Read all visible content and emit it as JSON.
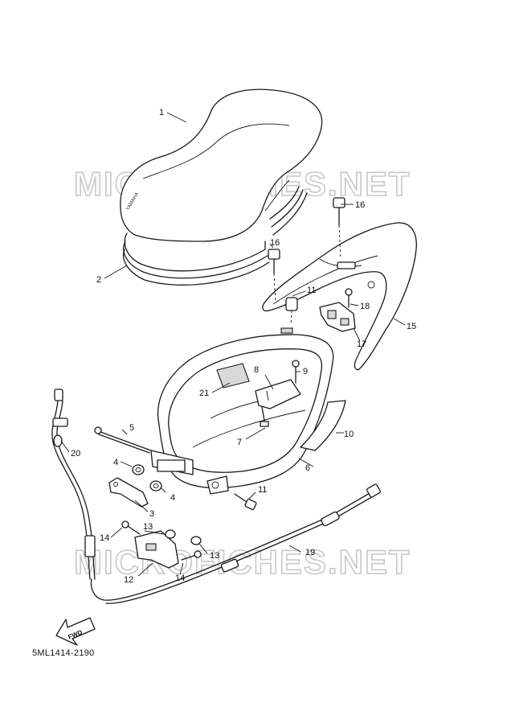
{
  "diagram": {
    "watermark_top": "MICROFICHES.NET",
    "watermark_bottom": "MICROFICHES.NET",
    "part_number": "5ML1414-2190",
    "fwd_arrow_label": "FWD",
    "callouts": [
      {
        "id": "c1",
        "label": "1"
      },
      {
        "id": "c2",
        "label": "2"
      },
      {
        "id": "c3",
        "label": "3"
      },
      {
        "id": "c4a",
        "label": "4"
      },
      {
        "id": "c4b",
        "label": "4"
      },
      {
        "id": "c5",
        "label": "5"
      },
      {
        "id": "c6",
        "label": "6"
      },
      {
        "id": "c7",
        "label": "7"
      },
      {
        "id": "c8",
        "label": "8"
      },
      {
        "id": "c9",
        "label": "9"
      },
      {
        "id": "c10",
        "label": "10"
      },
      {
        "id": "c11a",
        "label": "11"
      },
      {
        "id": "c11b",
        "label": "11"
      },
      {
        "id": "c12",
        "label": "12"
      },
      {
        "id": "c13a",
        "label": "13"
      },
      {
        "id": "c13b",
        "label": "13"
      },
      {
        "id": "c14a",
        "label": "14"
      },
      {
        "id": "c14b",
        "label": "14"
      },
      {
        "id": "c15",
        "label": "15"
      },
      {
        "id": "c16a",
        "label": "16"
      },
      {
        "id": "c16b",
        "label": "16"
      },
      {
        "id": "c17",
        "label": "17"
      },
      {
        "id": "c18",
        "label": "18"
      },
      {
        "id": "c19",
        "label": "19"
      },
      {
        "id": "c20",
        "label": "20"
      },
      {
        "id": "c21",
        "label": "21"
      }
    ]
  }
}
